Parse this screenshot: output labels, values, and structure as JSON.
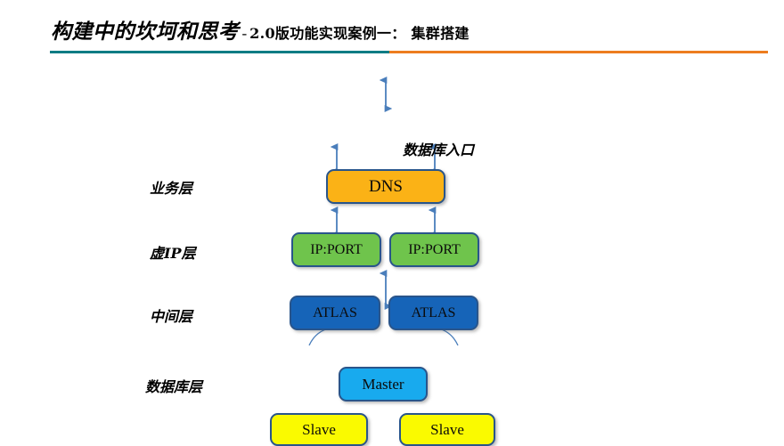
{
  "slide": {
    "title_main": "构建中的坎坷和思考",
    "title_separator": "-",
    "title_sub": "2.0版功能实现案例一： 集群搭建",
    "rule_color_left": "#0C7C84",
    "rule_color_right": "#ED7D1F"
  },
  "diagram": {
    "entry_annotation": "数据库入口",
    "layers": [
      {
        "label": "业务层"
      },
      {
        "label": "虚IP层"
      },
      {
        "label": "中间层"
      },
      {
        "label": "数据库层"
      }
    ],
    "nodes": {
      "dns": {
        "label": "DNS",
        "fill": "#FBB216",
        "border": "#29558B"
      },
      "vip_left": {
        "label": "IP:PORT",
        "fill": "#6FC44C",
        "border": "#29558B"
      },
      "vip_right": {
        "label": "IP:PORT",
        "fill": "#6FC44C",
        "border": "#29558B"
      },
      "atlas_left": {
        "label": "ATLAS",
        "fill": "#1664B8",
        "border": "#29558B"
      },
      "atlas_right": {
        "label": "ATLAS",
        "fill": "#1664B8",
        "border": "#29558B"
      },
      "master": {
        "label": "Master",
        "fill": "#18AAEE",
        "border": "#29558B"
      },
      "slave_left": {
        "label": "Slave",
        "fill": "#FAFA00",
        "border": "#29558B"
      },
      "slave_right": {
        "label": "Slave",
        "fill": "#FAFA00",
        "border": "#29558B"
      }
    },
    "connector_color": "#4A7EBB",
    "divider_color": "#4A7EBB"
  }
}
